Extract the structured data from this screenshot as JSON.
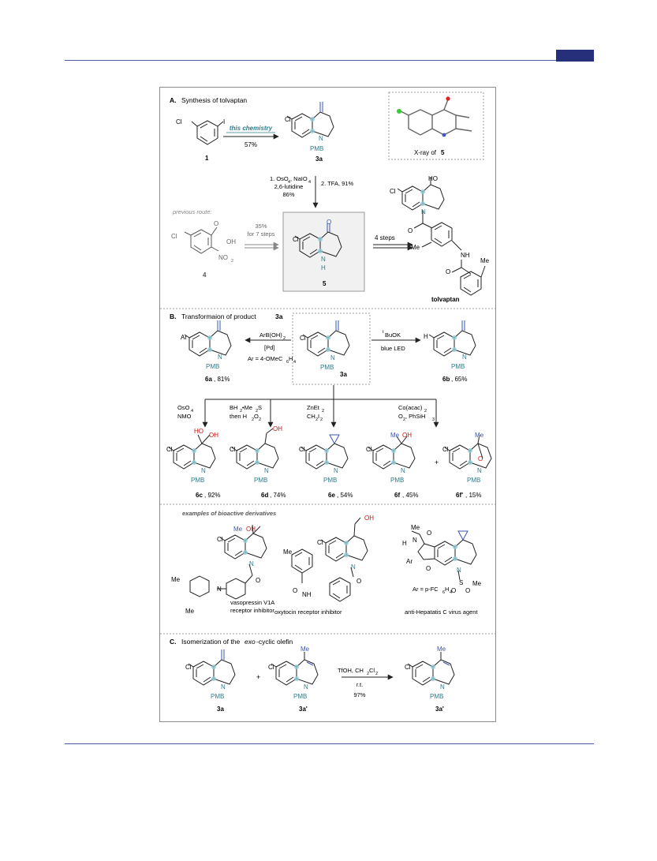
{
  "figure": {
    "sectionA": {
      "letter": "A.",
      "title": "Synthesis of tolvaptan",
      "reagent_this_chemistry": "this chemistry",
      "yield_1_to_3a": "57%",
      "label_1": "1",
      "label_3a": "3a",
      "xray_caption": "X-ray of ",
      "xray_compound": "5",
      "step1_line1": "1. OsO",
      "step1_line1b": ", NaIO",
      "step1_line2": "2,6-lutidine",
      "step1_line3": "86%",
      "step2": "2. TFA, 91%",
      "previous_route": "previous route:",
      "prev_yield": "35%",
      "prev_steps": "for 7 steps",
      "label_4": "4",
      "label_5": "5",
      "four_steps": "4 steps",
      "label_tolvaptan": "tolvaptan",
      "atoms": {
        "Cl": "Cl",
        "I": "I",
        "N": "N",
        "PMB": "PMB",
        "H": "H",
        "O": "O",
        "OH": "OH",
        "HO": "HO",
        "NO2": "NO",
        "sub2": "2",
        "sub4": "4",
        "Me": "Me",
        "NH": "NH"
      }
    },
    "sectionB": {
      "letter": "B.",
      "title": "Transformaion of product ",
      "title_bold": "3a",
      "left_reagent1": "ArB(OH)",
      "left_reagent2": "[Pd]",
      "left_reagent3": "Ar = 4-OMeC",
      "left_reagent3_sub1": "6",
      "left_reagent3_sub2": "H",
      "left_reagent3_sub3": "4",
      "right_reagent1": "BuOK",
      "right_reagent1_sup": "t",
      "right_reagent2": "blue LED",
      "label_6a": "6a",
      "yield_6a": ", 81%",
      "label_6b": "6b",
      "yield_6b": ", 65%",
      "r_osO4": "OsO",
      "r_nmo": "NMO",
      "r_bh3": "BH",
      "r_bh3_rest": "•Me",
      "r_bh3_s": "S",
      "r_then": "then H",
      "r_then_o": "O",
      "r_znet2": "ZnEt",
      "r_ch2i2": "CH",
      "r_ch2i2_i": "I",
      "r_coacac": "Co(acac)",
      "r_o2": "O",
      "r_o2_rest": ", PhSiH",
      "label_6c": "6c",
      "yield_6c": ", 92%",
      "label_6d": "6d",
      "yield_6d": ", 74%",
      "label_6e": "6e",
      "yield_6e": ", 54%",
      "label_6f": "6f",
      "yield_6f": ", 45%",
      "label_6fp": "6f'",
      "yield_6fp": ", 15%",
      "plus": "+"
    },
    "bioactive": {
      "title": "examples of bioactive derivatives",
      "caption1_line1": "vasopressin V1A",
      "caption1_line2": "receptor inhibitor",
      "caption2": "oxytocin receptor inhibitor",
      "caption3": "anti-Hepatatis C virus agent",
      "ar_def": "Ar = p-FC",
      "ar_def_sub1": "6",
      "ar_def_h": "H",
      "ar_def_sub2": "4",
      "ar": "Ar"
    },
    "sectionC": {
      "letter": "C.",
      "title_pre": "Isomerization of the ",
      "title_em": "exo",
      "title_post": "-cyclic olefin",
      "reagent1": "TfOH, CH",
      "reagent1_cl": "Cl",
      "reagent2": "r.t.",
      "yield": "97%",
      "label_3a": "3a",
      "label_3ap": "3a'",
      "plus": "+"
    }
  },
  "colors": {
    "teal": "#2e7d8c",
    "red": "#cc1111",
    "blue_bond": "#3a56b0",
    "highlight": "#8fc9d6",
    "accent_rule": "#4a5aa8",
    "header_block": "#26307a"
  }
}
